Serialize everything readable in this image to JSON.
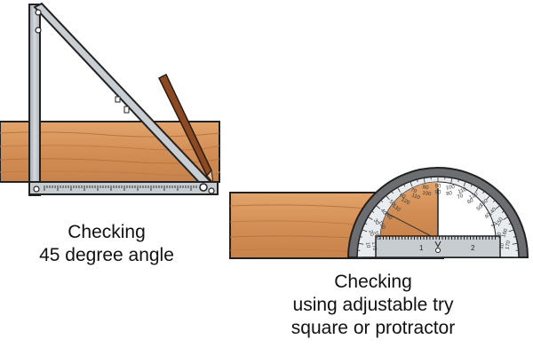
{
  "captions": {
    "left": [
      "Checking",
      "45 degree angle"
    ],
    "right": [
      "Checking",
      "using adjustable try",
      "square or protractor"
    ]
  },
  "protractor": {
    "scale_outer": [
      "10",
      "20",
      "30",
      "40",
      "50",
      "60",
      "70",
      "80",
      "90",
      "100",
      "110",
      "120",
      "130",
      "140",
      "150",
      "160",
      "170"
    ],
    "scale_inner": [
      "170",
      "160",
      "150",
      "140",
      "130",
      "120",
      "110",
      "100",
      "90",
      "80",
      "70",
      "60",
      "50",
      "40",
      "30",
      "20",
      "10"
    ],
    "ruler_labels": [
      "1",
      "2"
    ]
  },
  "colors": {
    "wood_light": "#d9965c",
    "wood_dark": "#b97642",
    "steel": "#c2c7cd",
    "protractor_rim": "#6b6d70",
    "pencil": "#8b4a22"
  }
}
